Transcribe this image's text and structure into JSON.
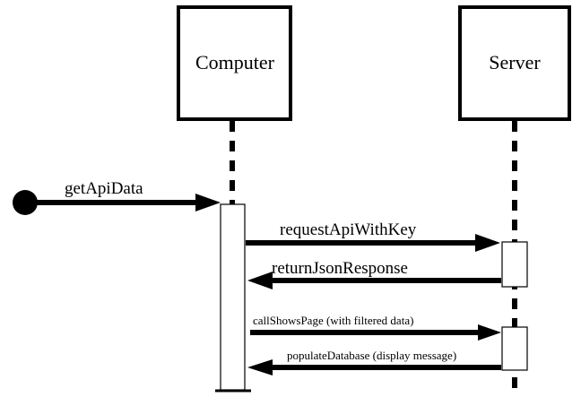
{
  "participants": {
    "computer": {
      "label": "Computer"
    },
    "server": {
      "label": "Server"
    }
  },
  "messages": {
    "m1": {
      "label": "getApiData",
      "from": "start",
      "to": "Computer"
    },
    "m2": {
      "label": "requestApiWithKey",
      "from": "Computer",
      "to": "Server"
    },
    "m3": {
      "label": "returnJsonResponse",
      "from": "Server",
      "to": "Computer"
    },
    "m4": {
      "label": "callShowsPage (with filtered data)",
      "from": "Computer",
      "to": "Server"
    },
    "m5": {
      "label": "populateDatabase (display message)",
      "from": "Server",
      "to": "Computer"
    }
  }
}
